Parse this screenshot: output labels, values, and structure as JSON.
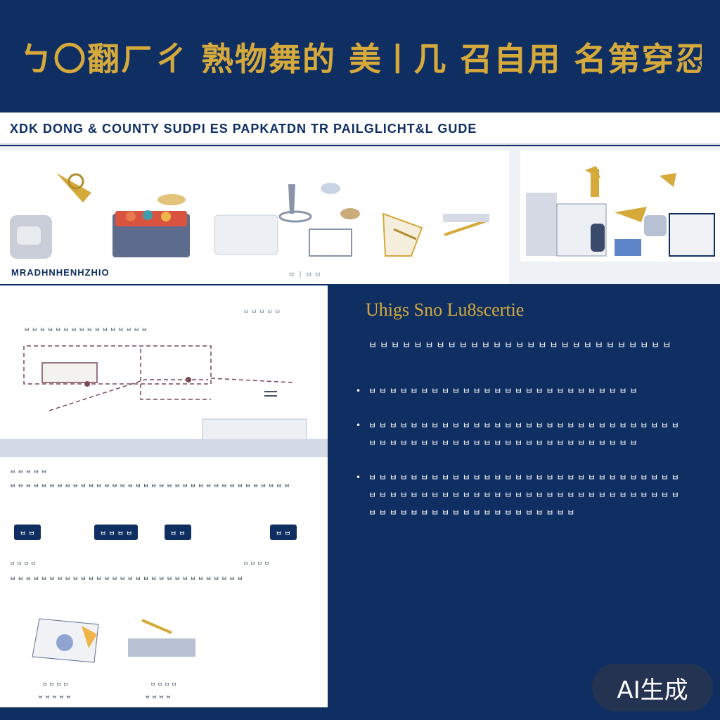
{
  "banner": {
    "title": "ㄅ〇翻ㄏㄔ  熟物舞的 美ㅣ几 召自用  名第穿忍国"
  },
  "subtitle": {
    "text": "XDK DONG & COUNTY SUDPI ES PAPKATDN TR PAILGLICHT&L GUDE"
  },
  "illustrations": {
    "caption": "MRADHNHENHZHIO",
    "small_text": "ㅂ ㅣ ㅂ ㅂ"
  },
  "left_column": {
    "map_tag": "ㅂ ㅂ ㅂ ㅂ ㅂ",
    "map_label": "ㅂ ㅂ ㅂ ㅂ ㅂ ㅂ ㅂ ㅂ ㅂ ㅂ ㅂ ㅂ ㅂ ㅂ ㅂ ㅂ",
    "steps_label": "ㅂ ㅂ ㅂ ㅂ ㅂ",
    "steps_desc": "ㅂ ㅂ ㅂ ㅂ ㅂ ㅂ ㅂ ㅂ ㅂ ㅂ ㅂ ㅂ ㅂ ㅂ ㅂ ㅂ ㅂ ㅂ ㅂ ㅂ ㅂ ㅂ ㅂ ㅂ ㅂ ㅂ ㅂ ㅂ ㅂ ㅂ ㅂ ㅂ ㅂ ㅂ ㅂ ㅂ",
    "step_buttons": [
      "ㅂ ㅂ",
      "ㅂ ㅂ ㅂ ㅂ",
      "ㅂ ㅂ",
      "ㅂ ㅂ"
    ],
    "step_captions": [
      "ㅂ ㅂ ㅂ ㅂ",
      "ㅂ ㅂ ㅂ ㅂ"
    ],
    "steps_desc_2": "ㅂ ㅂ ㅂ ㅂ ㅂ ㅂ ㅂ ㅂ ㅂ ㅂ ㅂ ㅂ ㅂ ㅂ ㅂ ㅂ ㅂ ㅂ ㅂ ㅂ ㅂ ㅂ ㅂ ㅂ ㅂ ㅂ ㅂ ㅂ ㅂ ㅂ",
    "thumb_captions": [
      "ㅂ ㅂ ㅂ ㅂ",
      "ㅂ ㅂ ㅂ ㅂ"
    ],
    "thumb_captions_2": [
      "ㅂ ㅂ ㅂ ㅂ ㅂ",
      "ㅂ ㅂ ㅂ ㅂ"
    ]
  },
  "right_column": {
    "heading": "Uhigs Sno Lu8scertie",
    "intro": "ㅂ ㅂ ㅂ ㅂ ㅂ ㅂ ㅂ ㅂ ㅂ ㅂ ㅂ ㅂ ㅂ ㅂ ㅂ ㅂ ㅂ ㅂ ㅂ ㅂ ㅂ ㅂ ㅂ ㅂ ㅂ ㅂ ㅂ",
    "bullets": [
      "ㅂ ㅂ ㅂ ㅂ ㅂ ㅂ ㅂ ㅂ ㅂ ㅂ ㅂ ㅂ ㅂ ㅂ ㅂ ㅂ ㅂ ㅂ ㅂ ㅂ ㅂ ㅂ ㅂ ㅂ ㅂ ㅂ",
      "ㅂ ㅂ ㅂ ㅂ ㅂ ㅂ ㅂ ㅂ ㅂ ㅂ ㅂ ㅂ ㅂ ㅂ ㅂ ㅂ ㅂ ㅂ ㅂ ㅂ ㅂ ㅂ ㅂ ㅂ ㅂ ㅂ ㅂ ㅂ ㅂ ㅂ ㅂ ㅂ ㅂ ㅂ ㅂ ㅂ ㅂ ㅂ ㅂ ㅂ ㅂ ㅂ ㅂ ㅂ ㅂ ㅂ ㅂ ㅂ ㅂ ㅂ ㅂ ㅂ ㅂ ㅂ ㅂ ㅂ",
      "ㅂ ㅂ ㅂ ㅂ ㅂ ㅂ ㅂ ㅂ ㅂ ㅂ ㅂ ㅂ ㅂ ㅂ ㅂ ㅂ ㅂ ㅂ ㅂ ㅂ ㅂ ㅂ ㅂ ㅂ ㅂ ㅂ ㅂ ㅂ ㅂ ㅂ ㅂ ㅂ ㅂ ㅂ ㅂ ㅂ ㅂ ㅂ ㅂ ㅂ ㅂ ㅂ ㅂ ㅂ ㅂ ㅂ ㅂ ㅂ ㅂ ㅂ ㅂ ㅂ ㅂ ㅂ ㅂ ㅂ ㅂ ㅂ ㅂ ㅂ ㅂ ㅂ ㅂ ㅂ ㅂ ㅂ ㅂ ㅂ ㅂ ㅂ ㅂ ㅂ ㅂ ㅂ ㅂ ㅂ ㅂ ㅂ ㅂ ㅂ"
    ]
  },
  "badge": {
    "text": "AI生成"
  },
  "colors": {
    "navy": "#0f2f63",
    "gold": "#d6a93b",
    "white": "#ffffff"
  }
}
